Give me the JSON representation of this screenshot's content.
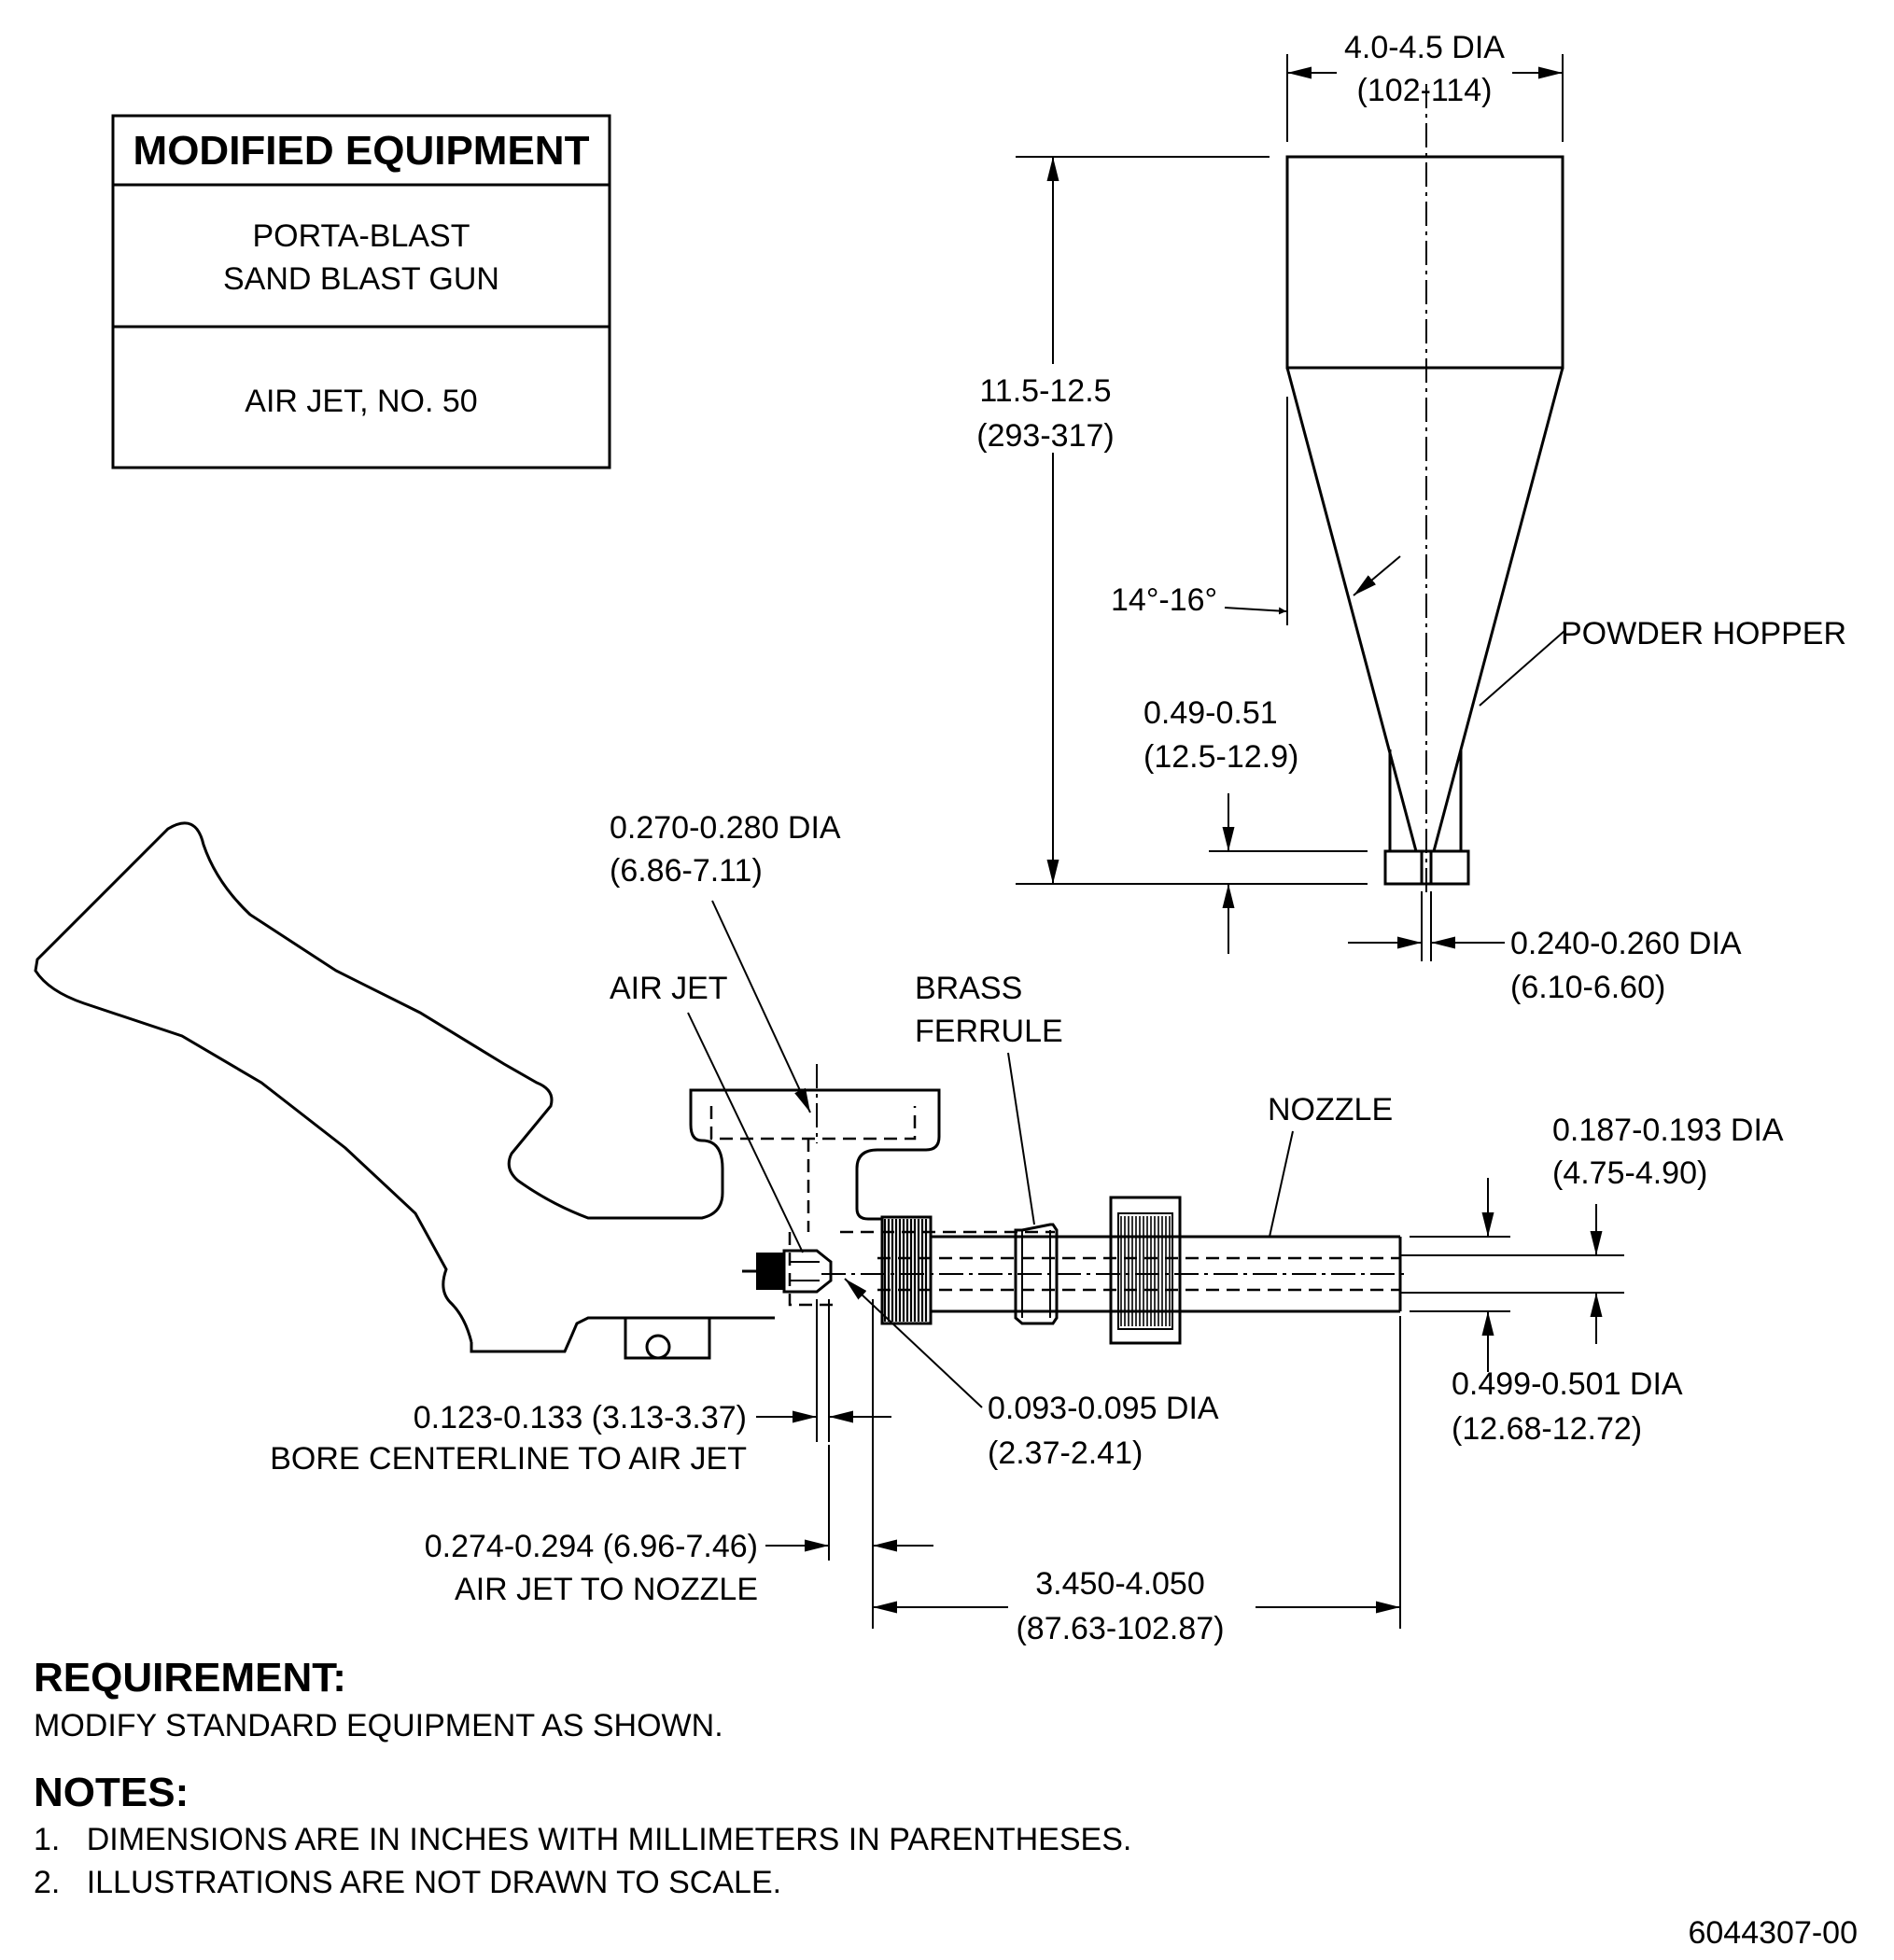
{
  "equipment_box": {
    "title": "MODIFIED EQUIPMENT",
    "row1_line1": "PORTA-BLAST",
    "row1_line2": "SAND BLAST GUN",
    "row2": "AIR JET, NO. 50"
  },
  "hopper": {
    "dia_in": "4.0-4.5 DIA",
    "dia_mm": "(102-114)",
    "height_in": "11.5-12.5",
    "height_mm": "(293-317)",
    "angle": "14°-16°",
    "tip_len_in": "0.49-0.51",
    "tip_len_mm": "(12.5-12.9)",
    "outlet_in": "0.240-0.260 DIA",
    "outlet_mm": "(6.10-6.60)",
    "label": "POWDER HOPPER"
  },
  "gun": {
    "bore_dia_in": "0.270-0.280 DIA",
    "bore_dia_mm": "(6.86-7.11)",
    "air_jet": "AIR JET",
    "brass_line1": "BRASS",
    "brass_line2": "FERRULE",
    "nozzle": "NOZZLE",
    "nozzle_id_in": "0.187-0.193 DIA",
    "nozzle_id_mm": "(4.75-4.90)",
    "nozzle_od_in": "0.499-0.501 DIA",
    "nozzle_od_mm": "(12.68-12.72)",
    "jet_orifice_in": "0.093-0.095 DIA",
    "jet_orifice_mm": "(2.37-2.41)",
    "bore_to_jet_dim": "0.123-0.133 (3.13-3.37)",
    "bore_to_jet_text": "BORE CENTERLINE TO AIR JET",
    "jet_to_nozzle_dim": "0.274-0.294 (6.96-7.46)",
    "jet_to_nozzle_text": "AIR JET TO NOZZLE",
    "nozzle_len_in": "3.450-4.050",
    "nozzle_len_mm": "(87.63-102.87)"
  },
  "requirement": {
    "heading": "REQUIREMENT:",
    "text": "MODIFY STANDARD EQUIPMENT AS SHOWN."
  },
  "notes": {
    "heading": "NOTES:",
    "items": [
      "1.   DIMENSIONS ARE IN INCHES WITH MILLIMETERS IN PARENTHESES.",
      "2.   ILLUSTRATIONS ARE NOT DRAWN TO SCALE."
    ]
  },
  "drawing_number": "6044307-00"
}
